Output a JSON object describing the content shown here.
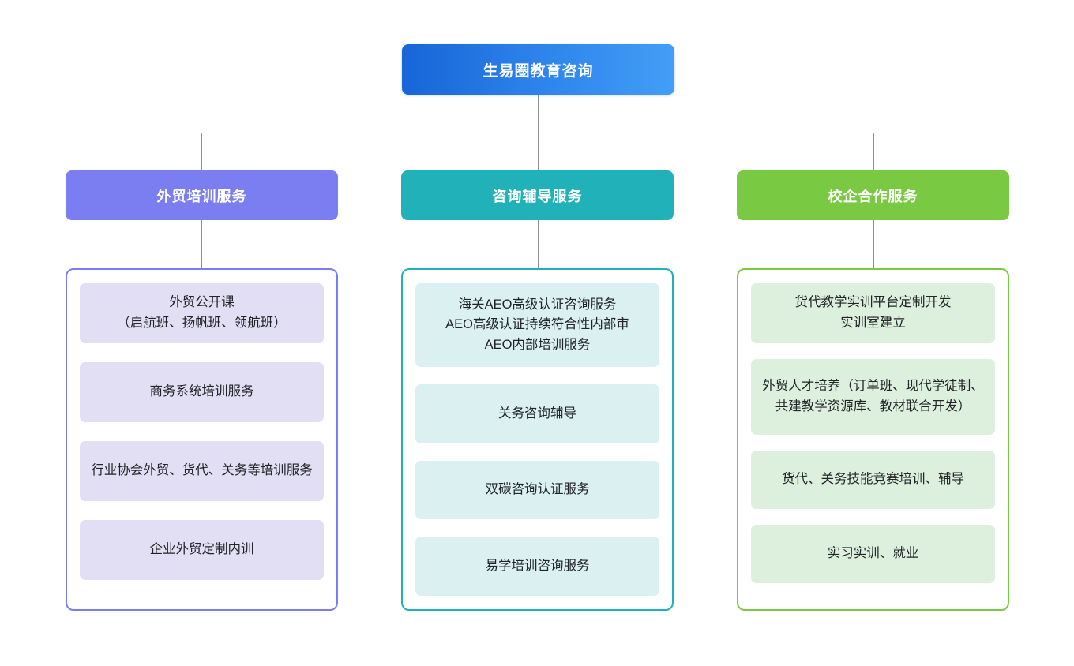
{
  "diagram": {
    "type": "organization-tree",
    "root": {
      "label": "生易圈教育咨询",
      "color": "#1765d8",
      "color_end": "#429ef6"
    },
    "branches": [
      {
        "header": "外贸培训服务",
        "color": "#7b7ef0",
        "card_color": "#e2dff4",
        "items": [
          "外贸公开课\n（启航班、扬帆班、领航班）",
          "商务系统培训服务",
          "行业协会外贸、货代、关务等培训服务",
          "企业外贸定制内训"
        ]
      },
      {
        "header": "咨询辅导服务",
        "color": "#21b1b8",
        "card_color": "#daf0f1",
        "items": [
          "海关AEO高级认证咨询服务\nAEO高级认证持续符合性内部审\nAEO内部培训服务",
          "关务咨询辅导",
          "双碳咨询认证服务",
          "易学培训咨询服务"
        ]
      },
      {
        "header": "校企合作服务",
        "color": "#7ac943",
        "card_color": "#ddf0de",
        "items": [
          "货代教学实训平台定制开发\n实训室建立",
          "外贸人才培养（订单班、现代学徒制、共建教学资源库、教材联合开发）",
          "货代、关务技能竞赛培训、辅导",
          "实习实训、就业"
        ]
      }
    ],
    "connector_color": "#8c9099"
  }
}
